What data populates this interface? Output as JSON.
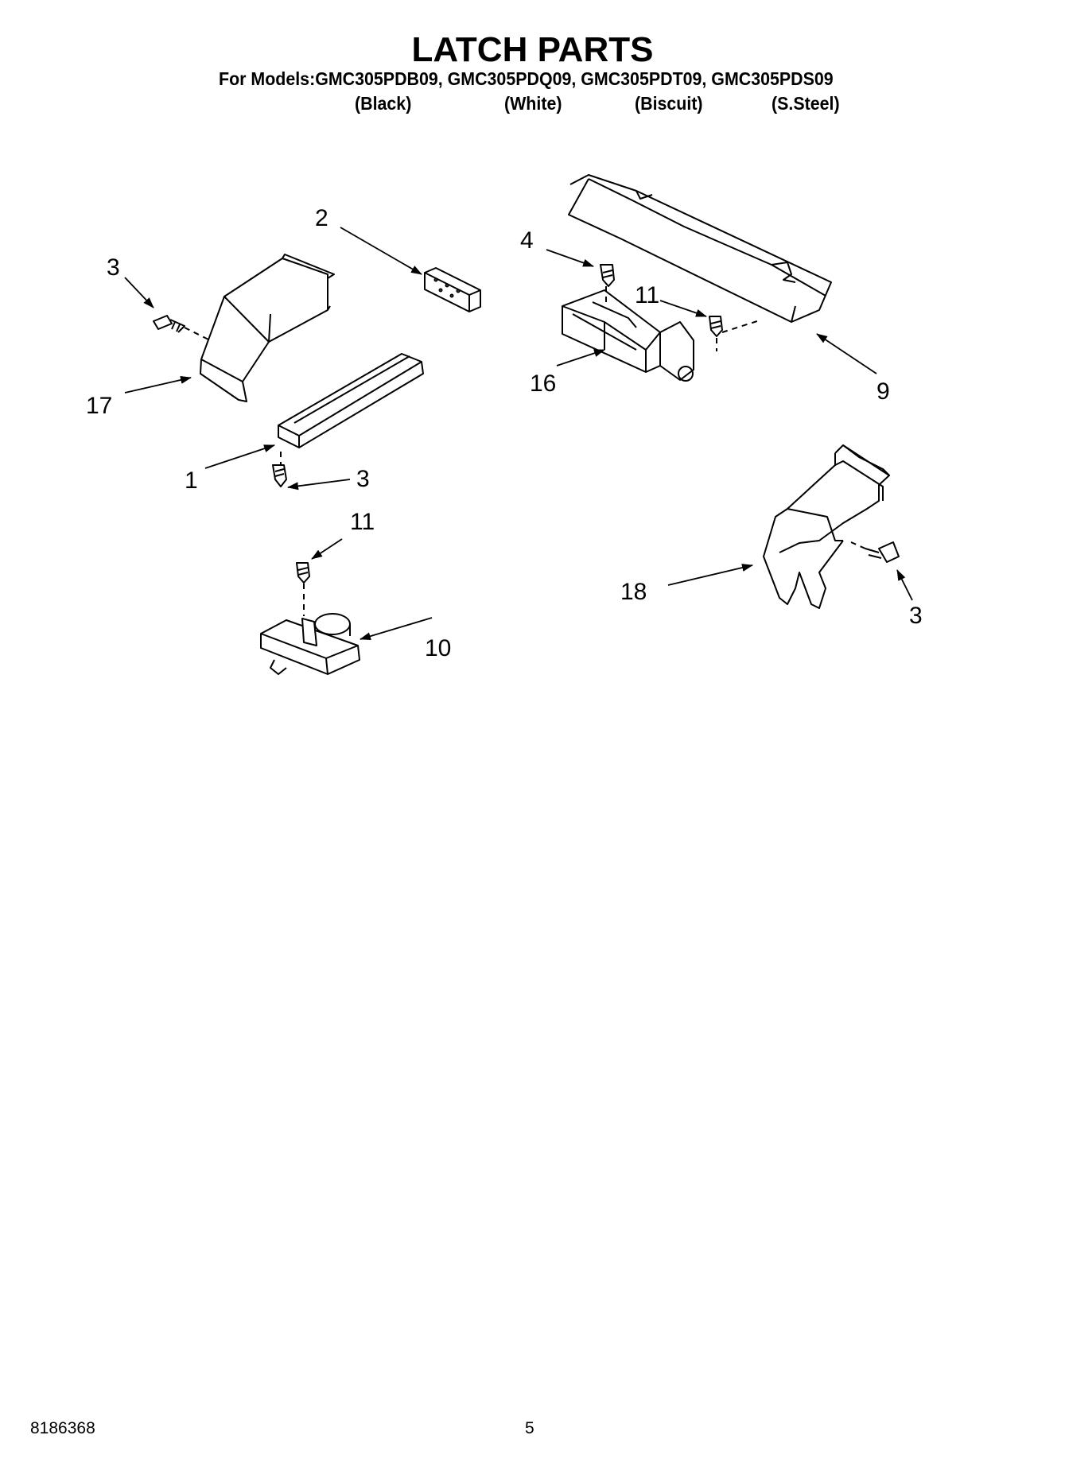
{
  "title": "LATCH PARTS",
  "models_line": "For Models:GMC305PDB09, GMC305PDQ09, GMC305PDT09, GMC305PDS09",
  "finishes": [
    "(Black)",
    "(White)",
    "(Biscuit)",
    "(S.Steel)"
  ],
  "callouts": {
    "c1": "1",
    "c2": "2",
    "c3a": "3",
    "c3b": "3",
    "c3c": "3",
    "c4": "4",
    "c9": "9",
    "c10": "10",
    "c11a": "11",
    "c11b": "11",
    "c16": "16",
    "c17": "17",
    "c18": "18"
  },
  "footer": {
    "doc_number": "8186368",
    "page_number": "5"
  }
}
